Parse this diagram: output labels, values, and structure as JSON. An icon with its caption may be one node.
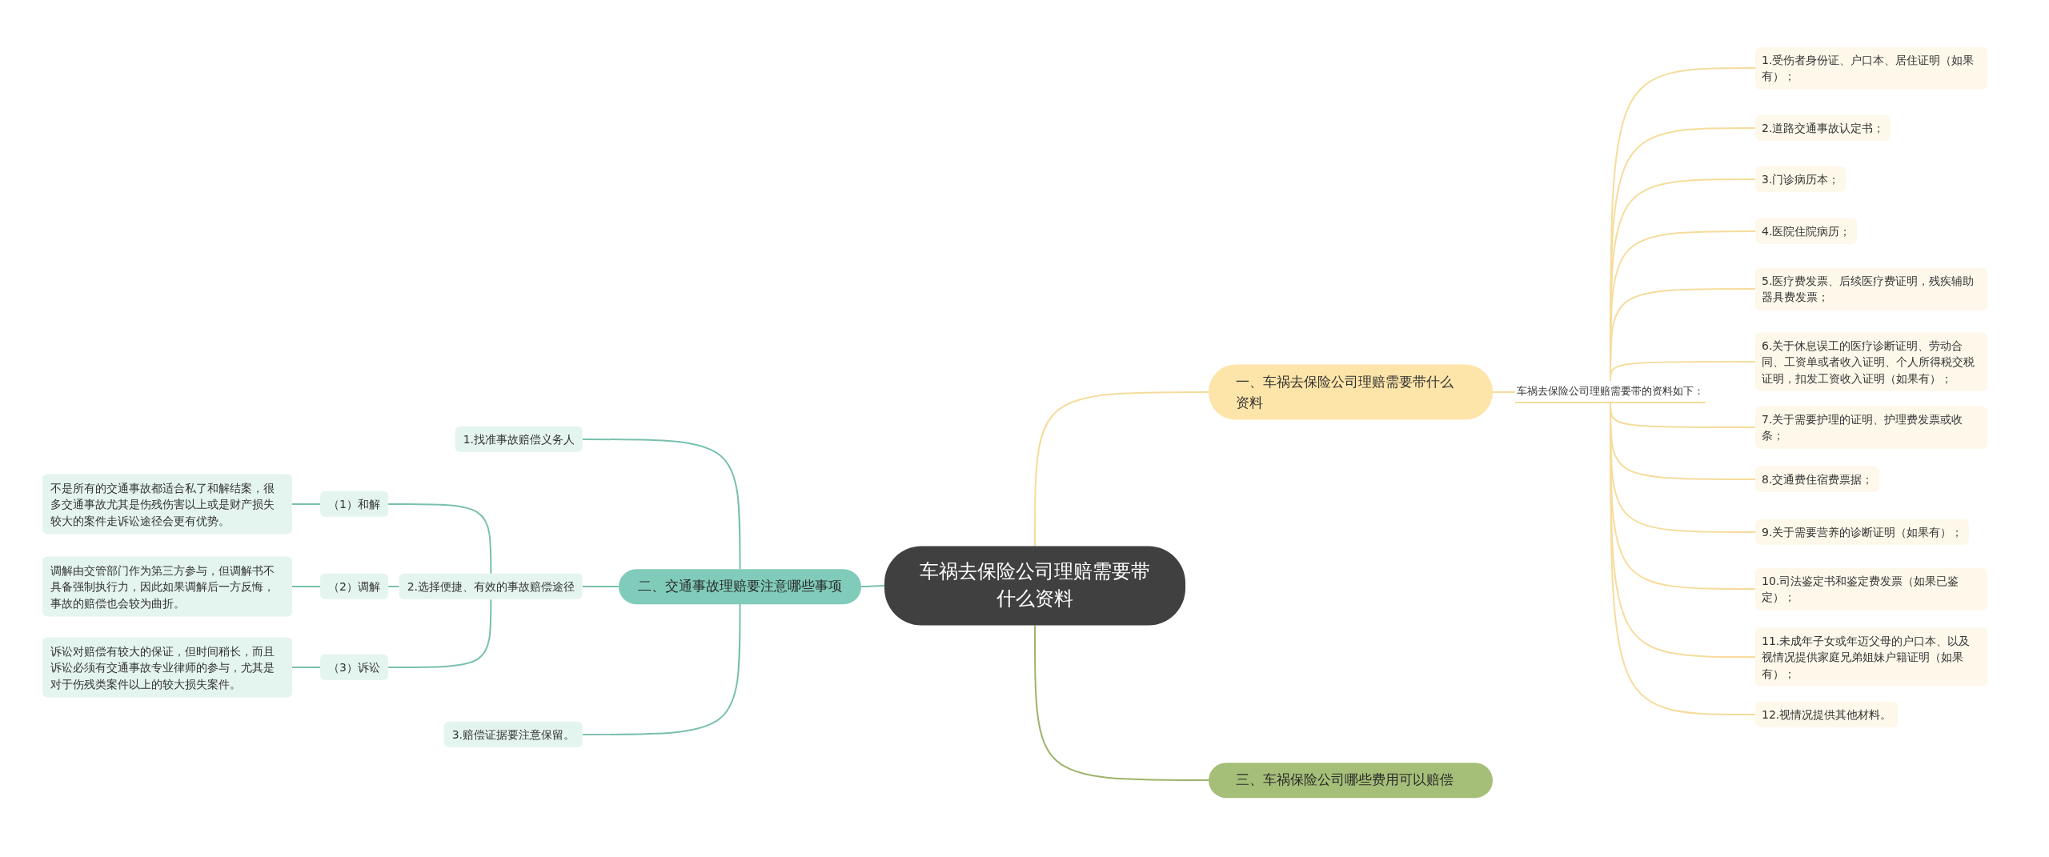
{
  "diagram": {
    "nodes": [
      {
        "text": [
          "车祸去保险公司理赔需要带什么资料"
        ]
      },
      {
        "text": [
          "一、车祸去保险公司理赔需要带什么资料"
        ]
      },
      {
        "text": [
          "车祸去保险公司理赔需要带的资料如下："
        ]
      },
      {
        "text": [
          "1.受伤者身份证、户口本、居住证明（如果有）；"
        ]
      },
      {
        "text": [
          "2.道路交通事故认定书；"
        ]
      },
      {
        "text": [
          "3.门诊病历本；"
        ]
      },
      {
        "text": [
          "4.医院住院病历；"
        ]
      },
      {
        "text": [
          "5.医疗费发票、后续医疗费证明，残疾辅助器具费发票；"
        ]
      },
      {
        "text": [
          "6.关于休息误工的医疗诊断证明、劳动合同、工资单或者收入证明、个人所得税交税证明，扣发工资收入证明（如果有）；"
        ]
      },
      {
        "text": [
          "7.关于需要护理的证明、护理费发票或收条；"
        ]
      },
      {
        "text": [
          "8.交通费住宿费票据；"
        ]
      },
      {
        "text": [
          "9.关于需要营养的诊断证明（如果有）；"
        ]
      },
      {
        "text": [
          "10.司法鉴定书和鉴定费发票（如果已鉴定）；"
        ]
      },
      {
        "text": [
          "11.未成年子女或年迈父母的户口本、以及视情况提供家庭兄弟姐妹户籍证明（如果有）；"
        ]
      },
      {
        "text": [
          "12.视情况提供其他材料。"
        ]
      },
      {
        "text": [
          "三、车祸保险公司哪些费用可以赔偿"
        ]
      },
      {
        "text": [
          "二、交通事故理赔要注意哪些事项"
        ]
      },
      {
        "text": [
          "1.找准事故赔偿义务人"
        ]
      },
      {
        "text": [
          "2.选择便捷、有效的事故赔偿途径"
        ]
      },
      {
        "text": [
          "（1）和解"
        ]
      },
      {
        "text": [
          "不是所有的交通事故都适合私了和解结案，很多交通事故尤其是伤残伤害以上或是财产损失较大的案件走诉讼途径会更有优势。"
        ]
      },
      {
        "text": [
          "（2）调解"
        ]
      },
      {
        "text": [
          "调解由交管部门作为第三方参与，但调解书不具备强制执行力，因此如果调解后一方反悔，事故的赔偿也会较为曲折。"
        ]
      },
      {
        "text": [
          "（3）诉讼"
        ]
      },
      {
        "text": [
          "诉讼对赔偿有较大的保证，但时间稍长，而且诉讼必须有交通事故专业律师的参与，尤其是对于伤残类案件以上的较大损失案件。"
        ]
      },
      {
        "text": [
          "3.赔偿证据要注意保留。"
        ]
      }
    ],
    "edges": [
      {
        "from": 0,
        "to": 1,
        "arrow": "none"
      },
      {
        "from": 1,
        "to": 2,
        "arrow": "none"
      },
      {
        "from": 2,
        "to": 3,
        "arrow": "none"
      },
      {
        "from": 2,
        "to": 4,
        "arrow": "none"
      },
      {
        "from": 2,
        "to": 5,
        "arrow": "none"
      },
      {
        "from": 2,
        "to": 6,
        "arrow": "none"
      },
      {
        "from": 2,
        "to": 7,
        "arrow": "none"
      },
      {
        "from": 2,
        "to": 8,
        "arrow": "none"
      },
      {
        "from": 2,
        "to": 9,
        "arrow": "none"
      },
      {
        "from": 2,
        "to": 10,
        "arrow": "none"
      },
      {
        "from": 2,
        "to": 11,
        "arrow": "none"
      },
      {
        "from": 2,
        "to": 12,
        "arrow": "none"
      },
      {
        "from": 2,
        "to": 13,
        "arrow": "none"
      },
      {
        "from": 2,
        "to": 14,
        "arrow": "none"
      },
      {
        "from": 0,
        "to": 15,
        "arrow": "none",
        "color": "#9db36a"
      },
      {
        "from": 0,
        "to": 16,
        "arrow": "none",
        "color": "#79c0ae"
      },
      {
        "from": 16,
        "to": 17,
        "arrow": "none",
        "color": "#79c0ae"
      },
      {
        "from": 16,
        "to": 18,
        "arrow": "none",
        "color": "#79c0ae"
      },
      {
        "from": 16,
        "to": 25,
        "arrow": "none",
        "color": "#79c0ae"
      },
      {
        "from": 18,
        "to": 19,
        "arrow": "none",
        "color": "#79c0ae"
      },
      {
        "from": 18,
        "to": 21,
        "arrow": "none",
        "color": "#79c0ae"
      },
      {
        "from": 18,
        "to": 23,
        "arrow": "none",
        "color": "#79c0ae"
      },
      {
        "from": 19,
        "to": 20,
        "arrow": "none",
        "color": "#79c0ae"
      },
      {
        "from": 21,
        "to": 22,
        "arrow": "none",
        "color": "#79c0ae"
      },
      {
        "from": 23,
        "to": 24,
        "arrow": "none",
        "color": "#79c0ae"
      }
    ]
  }
}
